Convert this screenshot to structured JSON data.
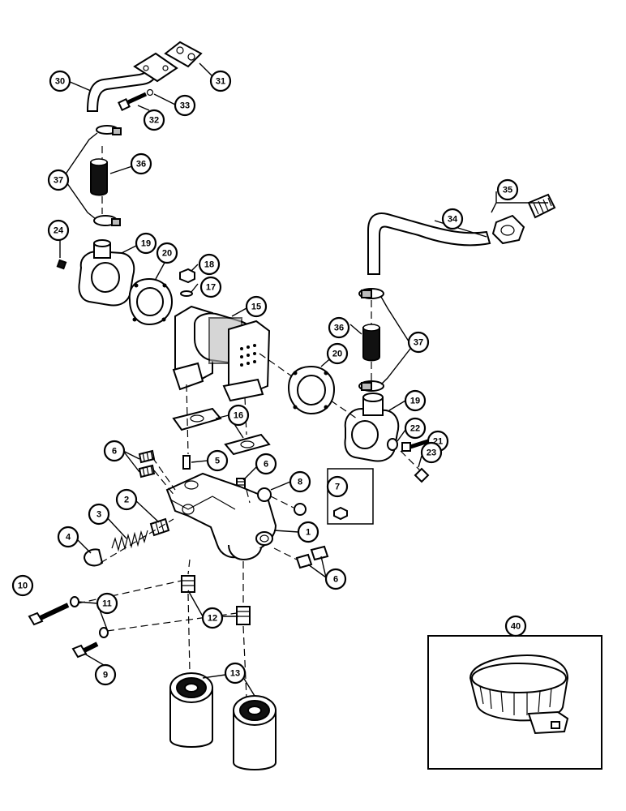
{
  "callouts": [
    {
      "id": "c30",
      "label": "30"
    },
    {
      "id": "c31",
      "label": "31"
    },
    {
      "id": "c33",
      "label": "33"
    },
    {
      "id": "c32",
      "label": "32"
    },
    {
      "id": "c37a",
      "label": "37"
    },
    {
      "id": "c36a",
      "label": "36"
    },
    {
      "id": "c24",
      "label": "24"
    },
    {
      "id": "c19a",
      "label": "19"
    },
    {
      "id": "c20a",
      "label": "20"
    },
    {
      "id": "c18",
      "label": "18"
    },
    {
      "id": "c17",
      "label": "17"
    },
    {
      "id": "c15",
      "label": "15"
    },
    {
      "id": "c35",
      "label": "35"
    },
    {
      "id": "c34",
      "label": "34"
    },
    {
      "id": "c36b",
      "label": "36"
    },
    {
      "id": "c37b",
      "label": "37"
    },
    {
      "id": "c20b",
      "label": "20"
    },
    {
      "id": "c19b",
      "label": "19"
    },
    {
      "id": "c22",
      "label": "22"
    },
    {
      "id": "c21",
      "label": "21"
    },
    {
      "id": "c23",
      "label": "23"
    },
    {
      "id": "c16",
      "label": "16"
    },
    {
      "id": "c6a",
      "label": "6"
    },
    {
      "id": "c5",
      "label": "5"
    },
    {
      "id": "c6b",
      "label": "6"
    },
    {
      "id": "c8",
      "label": "8"
    },
    {
      "id": "c7",
      "label": "7"
    },
    {
      "id": "c2",
      "label": "2"
    },
    {
      "id": "c3",
      "label": "3"
    },
    {
      "id": "c4",
      "label": "4"
    },
    {
      "id": "c1",
      "label": "1"
    },
    {
      "id": "c6c",
      "label": "6"
    },
    {
      "id": "c10",
      "label": "10"
    },
    {
      "id": "c11",
      "label": "11"
    },
    {
      "id": "c12",
      "label": "12"
    },
    {
      "id": "c9",
      "label": "9"
    },
    {
      "id": "c13",
      "label": "13"
    },
    {
      "id": "c40",
      "label": "40"
    }
  ]
}
